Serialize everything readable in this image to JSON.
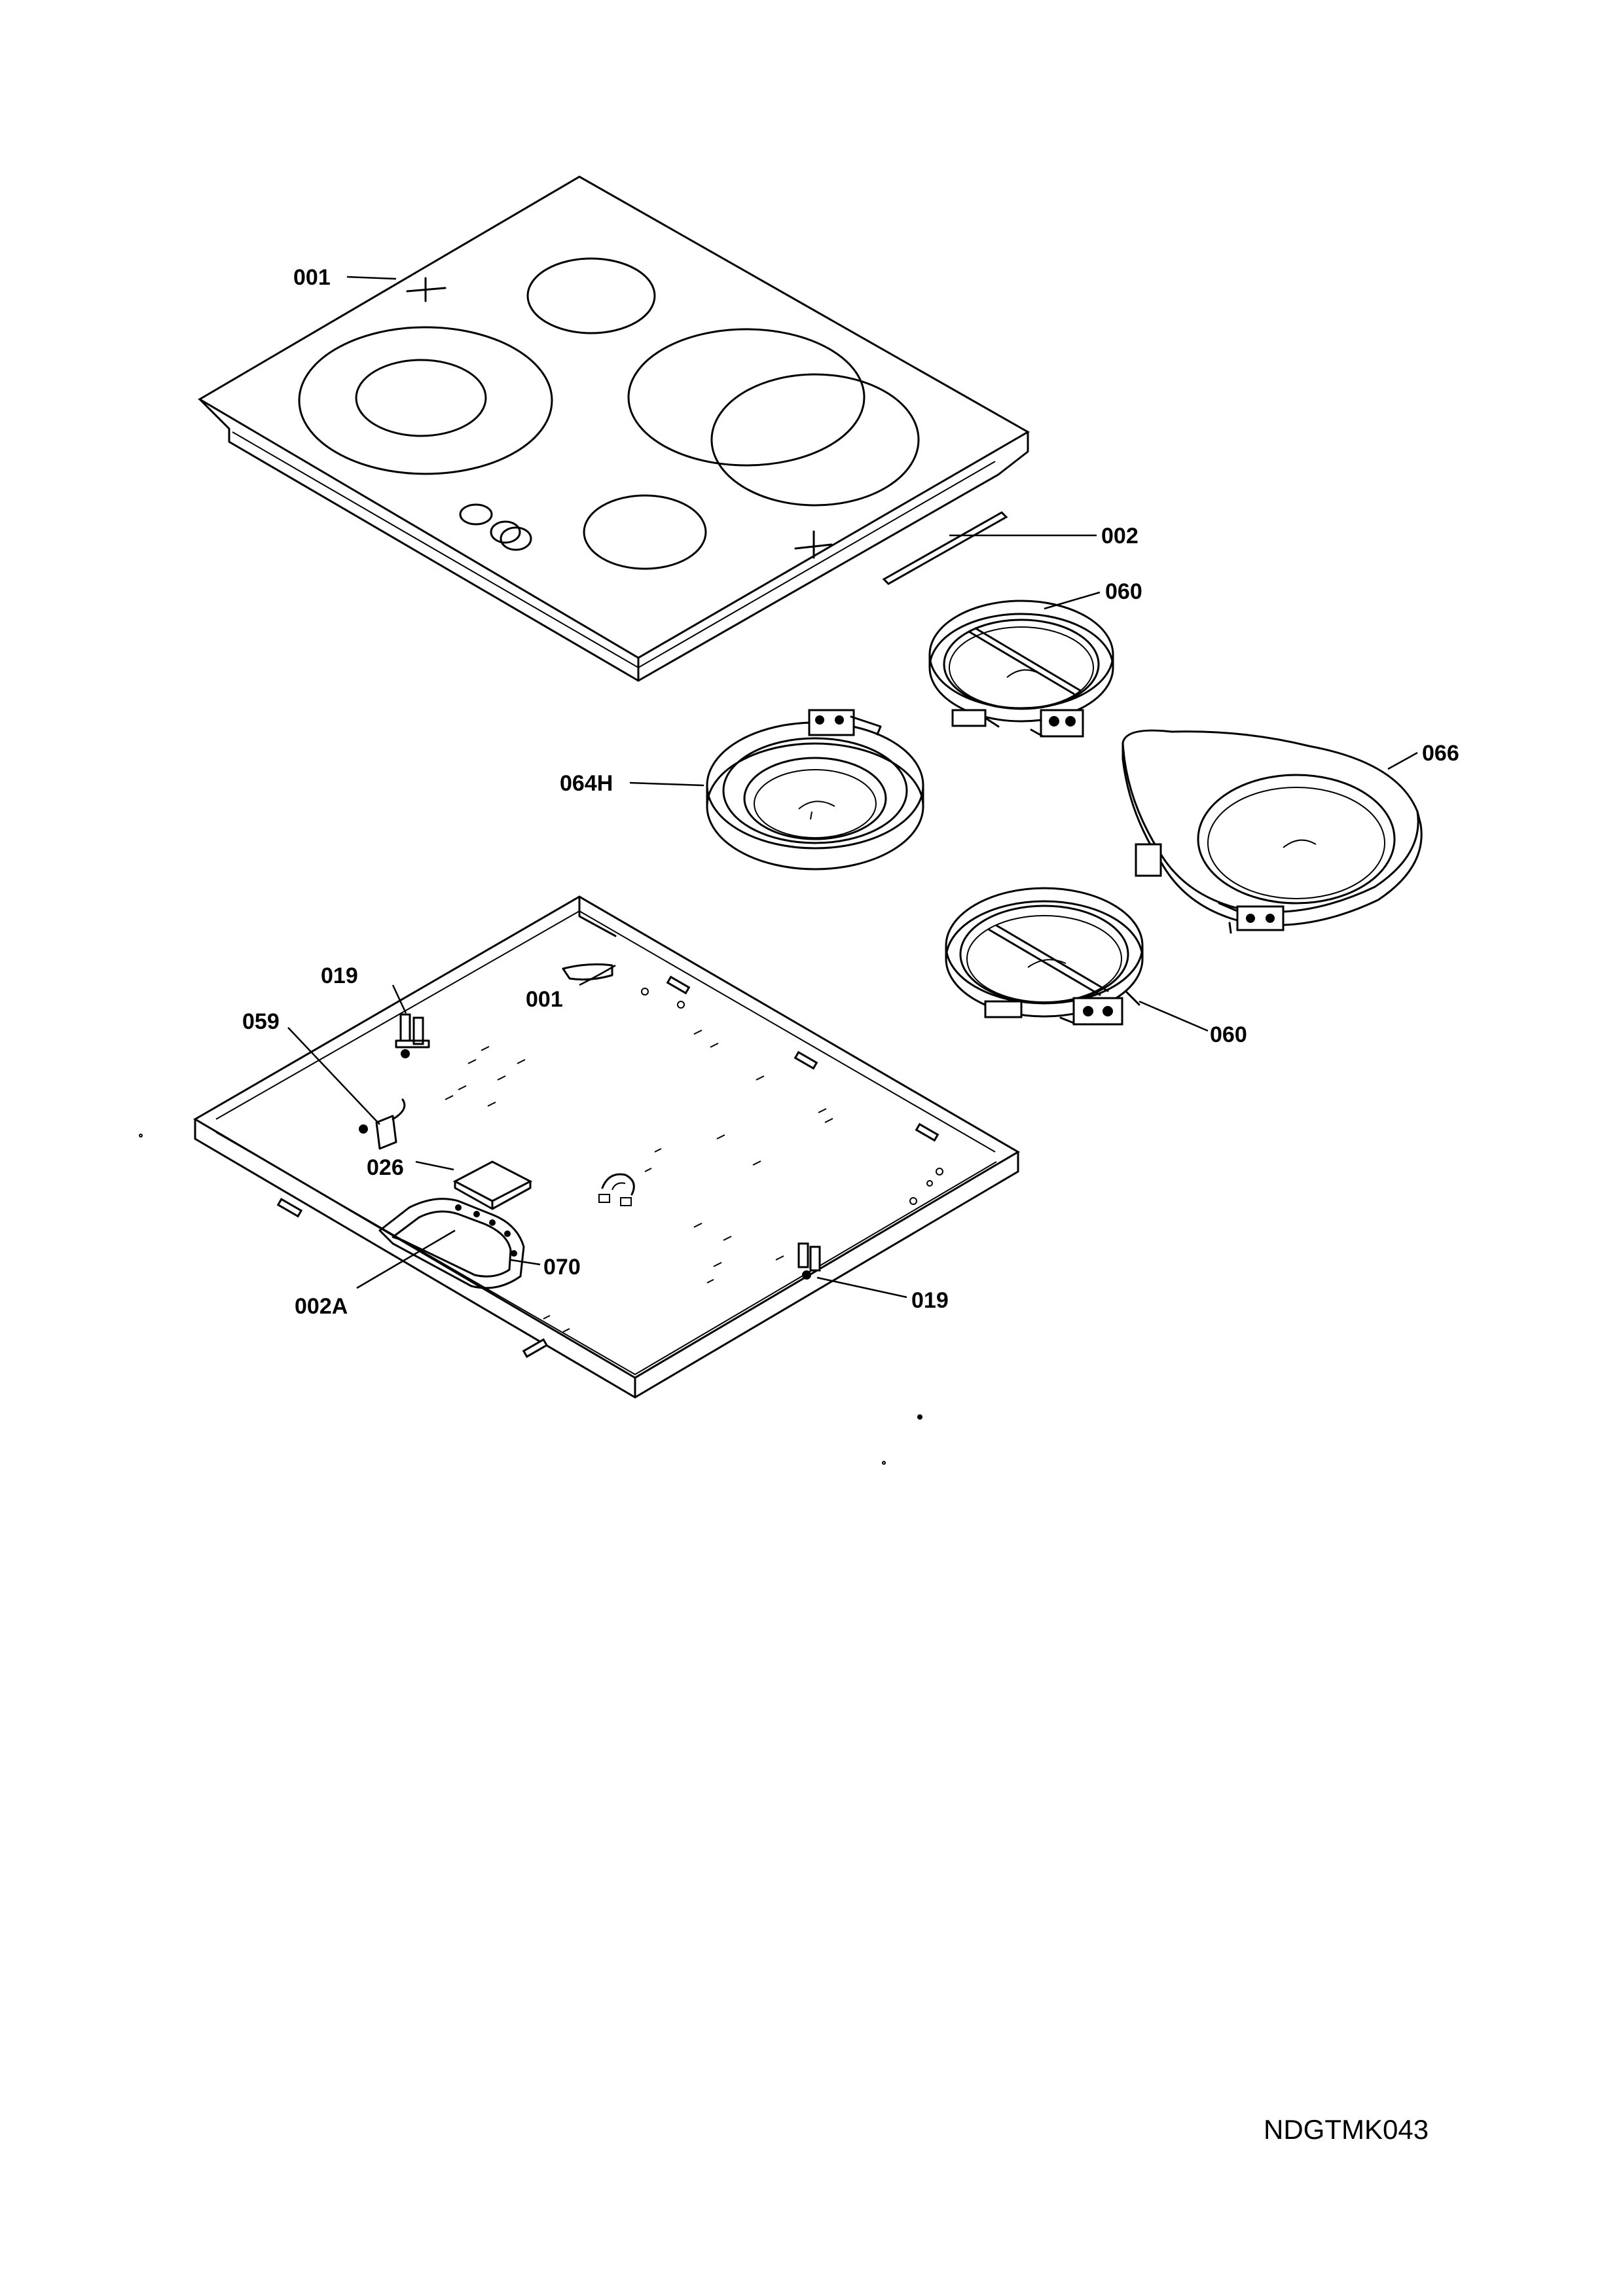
{
  "labels": {
    "glass_top": "001",
    "seal_strip": "002",
    "heater_rear_right": "060",
    "heater_left": "064H",
    "heater_oval": "066",
    "heater_front_right": "060",
    "bracket_rear": "019",
    "bracket_front": "019",
    "cable_clip": "059",
    "base_tray": "001",
    "insulation_pad": "026",
    "seal_front": "002A",
    "terminal_box": "070"
  },
  "document_code": "NDGTMK043"
}
